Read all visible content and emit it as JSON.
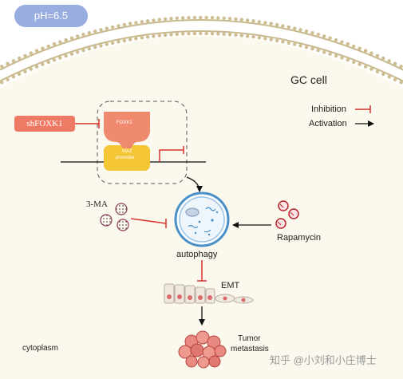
{
  "badge": {
    "ph": "pH=6.5"
  },
  "cell": {
    "name": "GC cell",
    "region": "cytoplasm"
  },
  "legend": {
    "inhibition": "Inhibition",
    "activation": "Activation"
  },
  "gene": {
    "knockdown": "shFOXK1",
    "protein": "FOXK1",
    "promoter_line1": "MAZ",
    "promoter_line2": "promoter"
  },
  "drugs": {
    "inhibitor": "3-MA",
    "activator": "Rapamycin"
  },
  "process": {
    "autophagy": "autophagy",
    "emt": "EMT",
    "outcome_line1": "Tumor",
    "outcome_line2": "metastasis"
  },
  "watermark": "知乎 @小刘和小庄博士",
  "colors": {
    "badge": "#98aee0",
    "knockdown_box": "#ee7a65",
    "foxk1": "#ef8a6f",
    "promoter": "#f4c534",
    "inhibit_arrow": "#d9312b",
    "cell_membrane": "#c9b98e",
    "cell_interior": "#fbf8ee",
    "autophagosome": "#4a90c8"
  }
}
